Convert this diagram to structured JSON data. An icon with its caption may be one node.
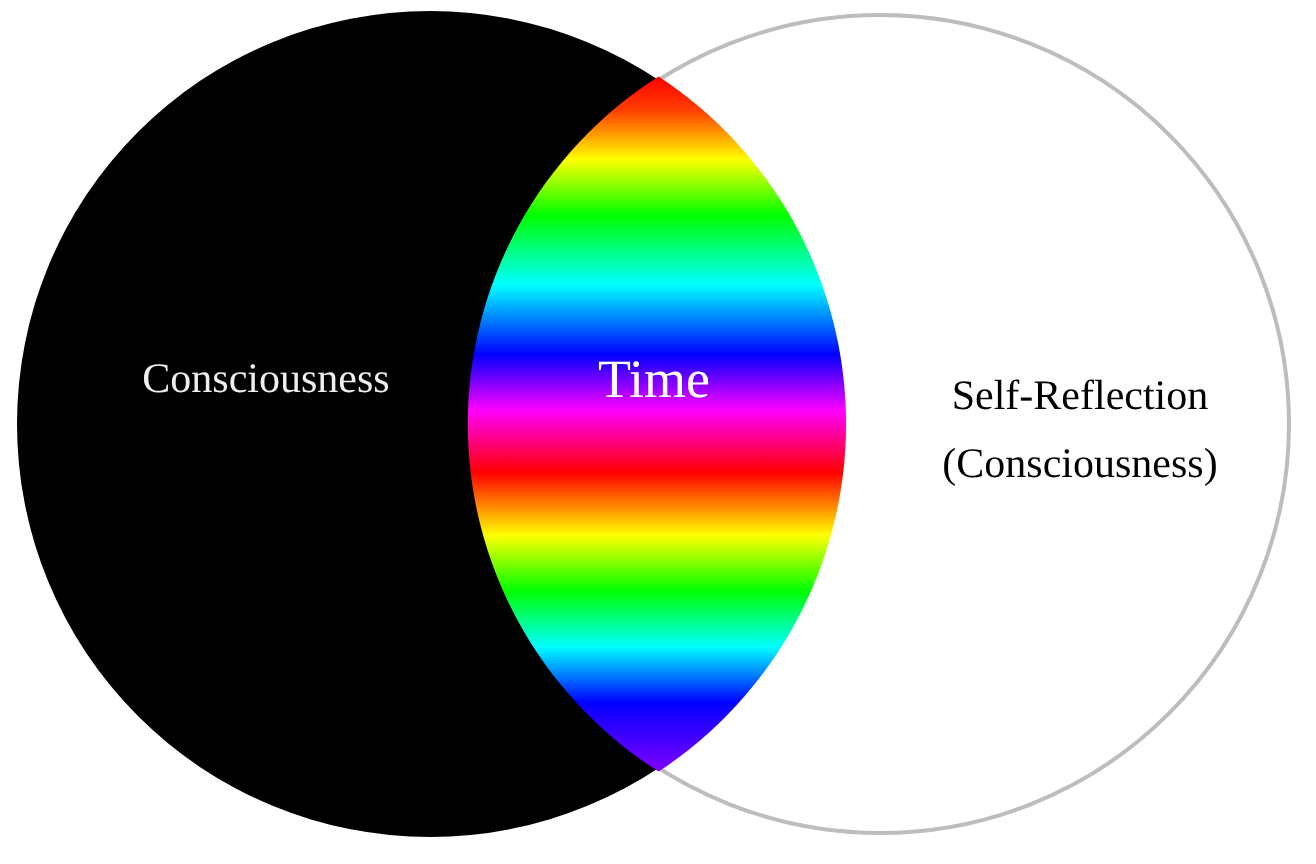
{
  "diagram": {
    "nodes": [
      {
        "text": [
          "Consciousness"
        ]
      },
      {
        "text": [
          "Self-Reflection (Consciousness)"
        ]
      },
      {
        "text": [
          "Time"
        ]
      }
    ]
  }
}
